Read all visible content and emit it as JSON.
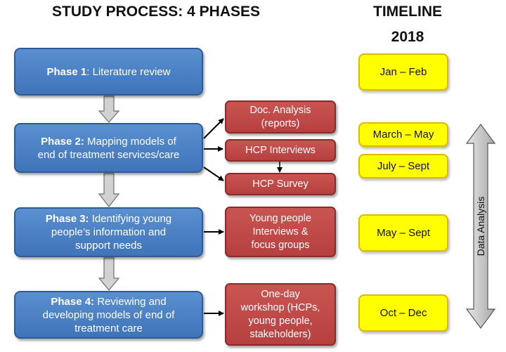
{
  "headings": {
    "process": "STUDY PROCESS: 4 PHASES",
    "timeline_line1": "TIMELINE",
    "timeline_line2": "2018"
  },
  "phases": [
    {
      "prefix": "Phase 1",
      "sep": ": ",
      "lines": [
        "Literature review"
      ]
    },
    {
      "prefix": "Phase 2:",
      "sep": " ",
      "lines": [
        "Mapping models of",
        "end of treatment services/care"
      ]
    },
    {
      "prefix": "Phase 3:",
      "sep": " ",
      "lines": [
        "Identifying young",
        "people’s information and",
        "support needs"
      ]
    },
    {
      "prefix": "Phase 4:",
      "sep": " ",
      "lines": [
        "Reviewing and",
        "developing models of end of",
        "treatment care"
      ]
    }
  ],
  "activities": [
    {
      "lines": [
        "Doc. Analysis",
        "(reports)"
      ]
    },
    {
      "lines": [
        "HCP Interviews"
      ]
    },
    {
      "lines": [
        "HCP Survey"
      ]
    },
    {
      "lines": [
        "Young people",
        "Interviews &",
        "focus groups"
      ]
    },
    {
      "lines": [
        "One-day",
        "workshop (HCPs,",
        "young people,",
        "stakeholders)"
      ]
    }
  ],
  "timeline": [
    "Jan – Feb",
    "March – May",
    "July – Sept",
    "May – Sept",
    "Oct – Dec"
  ],
  "side_label": "Data  Analysis",
  "colors": {
    "phase_fill": "#4a7fc1",
    "activity_fill": "#c0504d",
    "timeline_fill": "#ffff00",
    "arrow_fill": "#cfcfcf"
  }
}
